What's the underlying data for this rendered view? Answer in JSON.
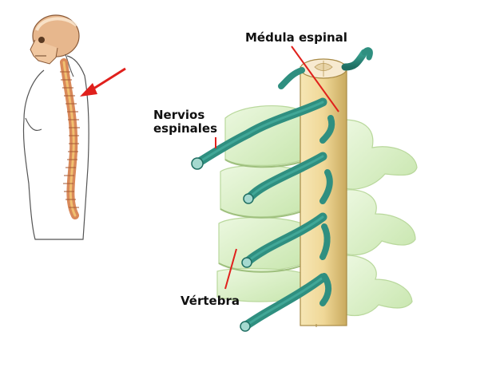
{
  "labels": {
    "medula_espinal": "Médula espinal",
    "nervios_espinales_line1": "Nervios",
    "nervios_espinales_line2": "espinales",
    "vertebra": "Vértebra"
  },
  "colors": {
    "pointer": "#e0201c",
    "nerve": "#2f8f80",
    "vertebra": "#d9efc4",
    "spinal_cord": "#f0dba0",
    "skin_outline": "#555555",
    "spine": "#e4a070"
  },
  "icons": {
    "body_figure": "human-silhouette-with-spine",
    "arrow": "red-arrow-pointing-at-spine"
  }
}
